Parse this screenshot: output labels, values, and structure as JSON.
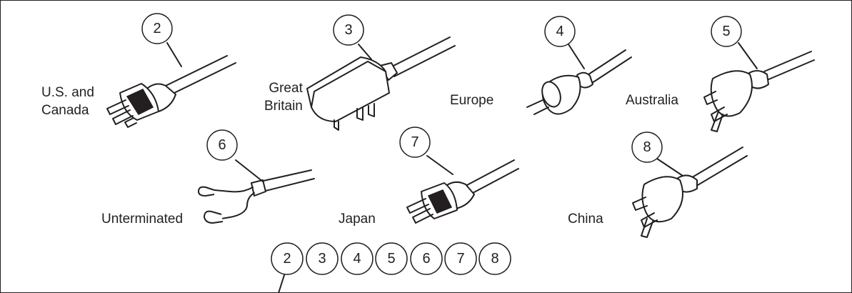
{
  "plugs": [
    {
      "id": "us_canada",
      "number": "2",
      "label_lines": [
        "U.S. and",
        "Canada"
      ]
    },
    {
      "id": "great_britain",
      "number": "3",
      "label_lines": [
        "Great",
        "Britain"
      ]
    },
    {
      "id": "europe",
      "number": "4",
      "label_lines": [
        "Europe"
      ]
    },
    {
      "id": "australia",
      "number": "5",
      "label_lines": [
        "Australia"
      ]
    },
    {
      "id": "unterminated",
      "number": "6",
      "label_lines": [
        "Unterminated"
      ]
    },
    {
      "id": "japan",
      "number": "7",
      "label_lines": [
        "Japan"
      ]
    },
    {
      "id": "china",
      "number": "8",
      "label_lines": [
        "China"
      ]
    }
  ],
  "bottom_callouts": [
    "2",
    "3",
    "4",
    "5",
    "6",
    "7",
    "8"
  ]
}
